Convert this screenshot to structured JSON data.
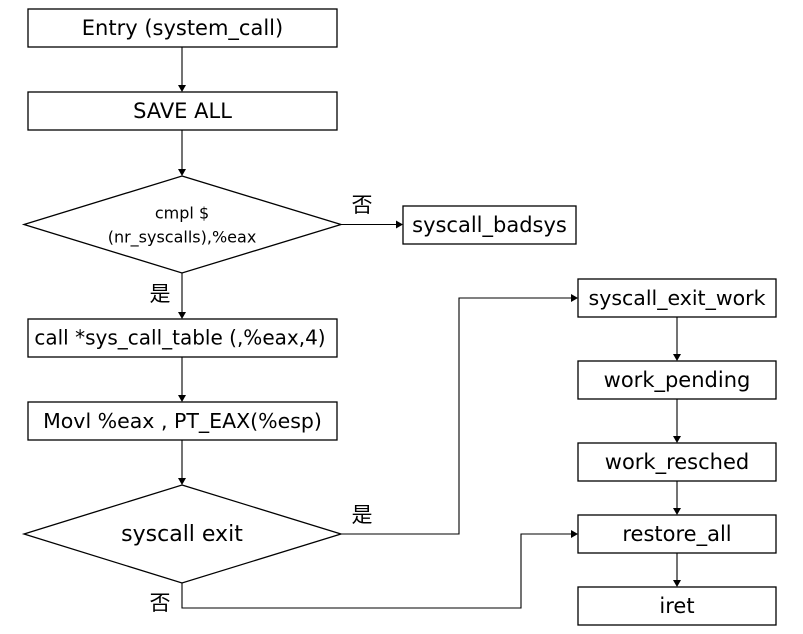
{
  "nodes": {
    "entry": "Entry (system_call)",
    "save_all": "SAVE ALL",
    "cmpl_line1": "cmpl $",
    "cmpl_line2": "(nr_syscalls),%eax",
    "badsys": "syscall_badsys",
    "call_table": "call *sys_call_table (,%eax,4)",
    "movl": "Movl %eax , PT_EAX(%esp)",
    "syscall_exit": "syscall exit",
    "exit_work": "syscall_exit_work",
    "work_pending": "work_pending",
    "work_resched": "work_resched",
    "restore_all": "restore_all",
    "iret": "iret"
  },
  "branch_labels": {
    "cmpl_no": "否",
    "cmpl_yes": "是",
    "exit_yes": "是",
    "exit_no": "否"
  }
}
